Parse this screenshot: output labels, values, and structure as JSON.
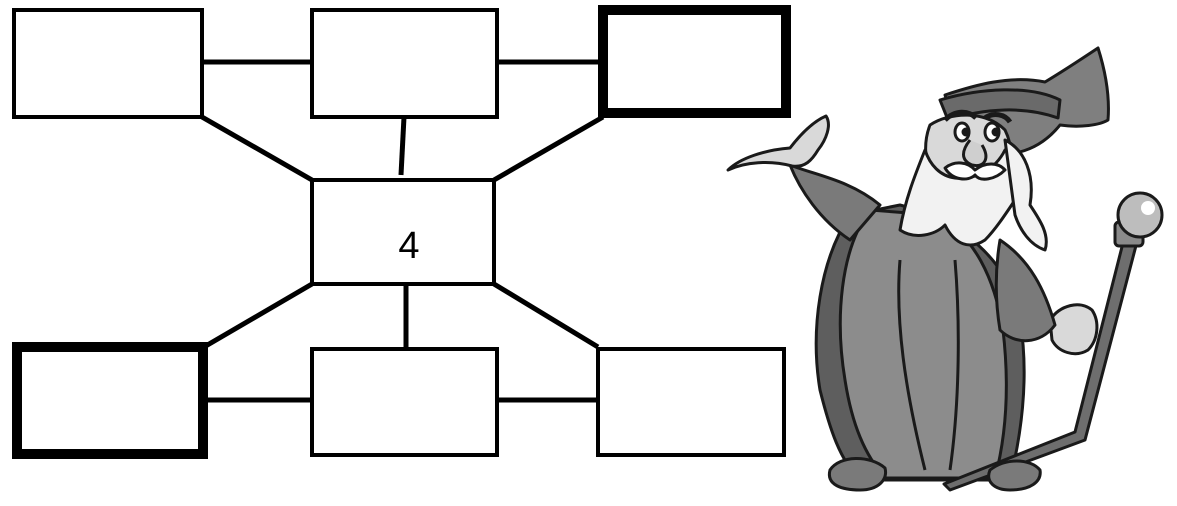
{
  "diagram": {
    "center_box": {
      "label": "4"
    },
    "outer_boxes": [
      {
        "position": "top-left",
        "label": "",
        "border": "thin"
      },
      {
        "position": "top-middle",
        "label": "",
        "border": "thin"
      },
      {
        "position": "top-right",
        "label": "",
        "border": "thick"
      },
      {
        "position": "bottom-left",
        "label": "",
        "border": "thick"
      },
      {
        "position": "bottom-middle",
        "label": "",
        "border": "thin"
      },
      {
        "position": "bottom-right",
        "label": "",
        "border": "thin"
      }
    ]
  },
  "illustration": {
    "subject": "wizard-with-staff",
    "palette": {
      "robe": "#8c8c8c",
      "robe_shadow": "#5e5e5e",
      "hat": "#7f7f7f",
      "beard": "#f2f2f2",
      "skin": "#d9d9d9",
      "staff": "#6e6e6e",
      "orb": "#bdbdbd",
      "outline": "#1a1a1a"
    }
  }
}
